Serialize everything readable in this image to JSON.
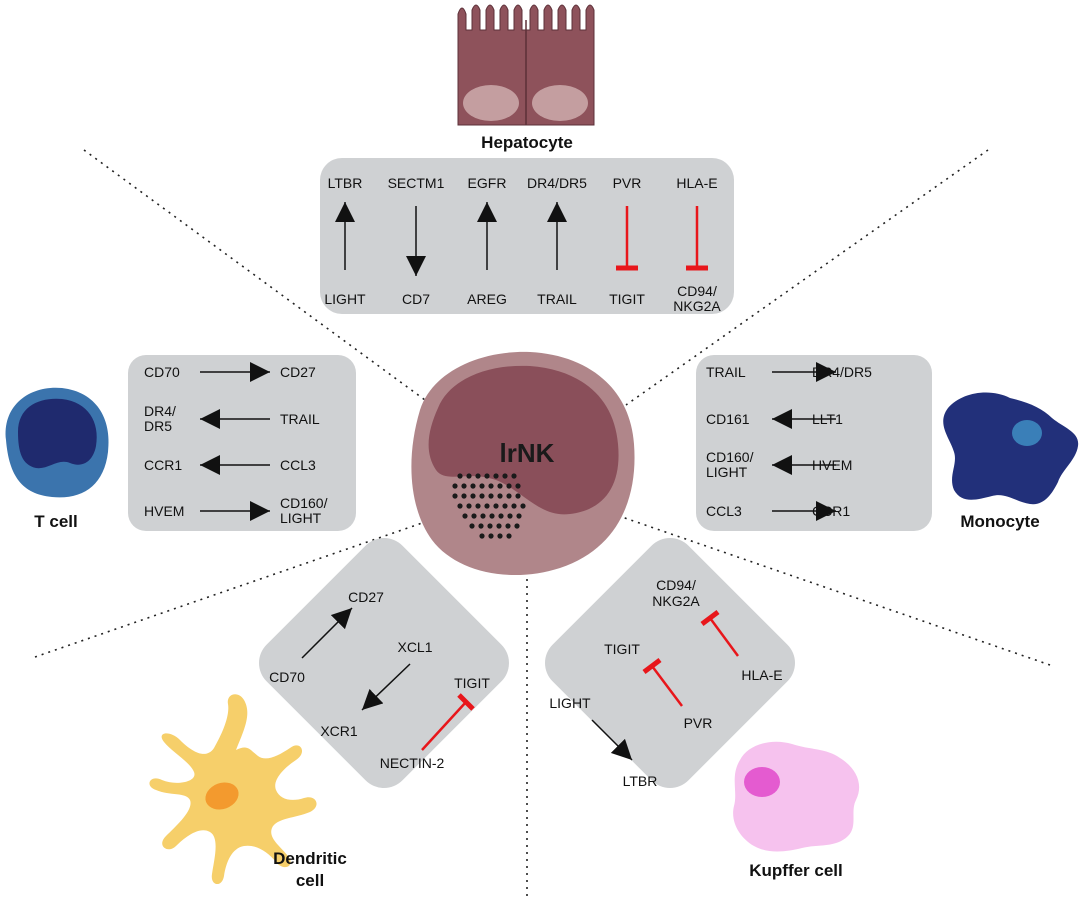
{
  "colors": {
    "panel": "#cfd1d3",
    "arrow": "#111111",
    "inhibit": "#e8161b",
    "hepatocyte_body": "#8e525b",
    "hepatocyte_nucleus": "#c49ea0",
    "nk_outer": "#b0868a",
    "nk_inner": "#8a4f5a",
    "tcell_outer": "#3b74ad",
    "tcell_inner": "#1f2a6e",
    "monocyte_body": "#22307a",
    "monocyte_nucleus": "#3a7fb8",
    "dendritic_body": "#f6cf6a",
    "dendritic_nucleus": "#f39a2e",
    "kupffer_body": "#f6c2ee",
    "kupffer_nucleus": "#e45bd0"
  },
  "icons": [
    "hepatocyte-icon",
    "nk-cell-icon",
    "t-cell-icon",
    "monocyte-icon",
    "dendritic-cell-icon",
    "kupffer-cell-icon"
  ],
  "cells": {
    "hepatocyte": "Hepatocyte",
    "center": "lrNK",
    "tcell": "T cell",
    "monocyte": "Monocyte",
    "dendritic_line1": "Dendritic",
    "dendritic_line2": "cell",
    "kupffer": "Kupffer cell"
  },
  "hepatocyte_panel": {
    "pairs": [
      {
        "top": "LTBR",
        "bottom": "LIGHT",
        "kind": "up"
      },
      {
        "top": "SECTM1",
        "bottom": "CD7",
        "kind": "down"
      },
      {
        "top": "EGFR",
        "bottom": "AREG",
        "kind": "up"
      },
      {
        "top": "DR4/DR5",
        "bottom": "TRAIL",
        "kind": "up"
      },
      {
        "top": "PVR",
        "bottom": "TIGIT",
        "kind": "inhibit"
      },
      {
        "top": "HLA-E",
        "bottom_line1": "CD94/",
        "bottom_line2": "NKG2A",
        "kind": "inhibit"
      }
    ]
  },
  "tcell_panel": {
    "rows": [
      {
        "left": "CD70",
        "right": "CD27",
        "dir": "right"
      },
      {
        "left_line1": "DR4/",
        "left_line2": "DR5",
        "right": "TRAIL",
        "dir": "left"
      },
      {
        "left": "CCR1",
        "right": "CCL3",
        "dir": "left"
      },
      {
        "left": "HVEM",
        "right_line1": "CD160/",
        "right_line2": "LIGHT",
        "dir": "right"
      }
    ]
  },
  "monocyte_panel": {
    "rows": [
      {
        "left": "TRAIL",
        "right": "DR4/DR5",
        "dir": "right"
      },
      {
        "left": "CD161",
        "right": "LLT1",
        "dir": "left"
      },
      {
        "left_line1": "CD160/",
        "left_line2": "LIGHT",
        "right": "HVEM",
        "dir": "left"
      },
      {
        "left": "CCL3",
        "right": "CCR1",
        "dir": "right"
      }
    ]
  },
  "dendritic_panel": {
    "labels": {
      "cd27": "CD27",
      "cd70": "CD70",
      "xcl1": "XCL1",
      "xcr1": "XCR1",
      "tigit": "TIGIT",
      "nectin2": "NECTIN-2"
    }
  },
  "kupffer_panel": {
    "labels": {
      "cd94_line1": "CD94/",
      "cd94_line2": "NKG2A",
      "hlae": "HLA-E",
      "tigit": "TIGIT",
      "pvr": "PVR",
      "light": "LIGHT",
      "ltbr": "LTBR"
    }
  }
}
